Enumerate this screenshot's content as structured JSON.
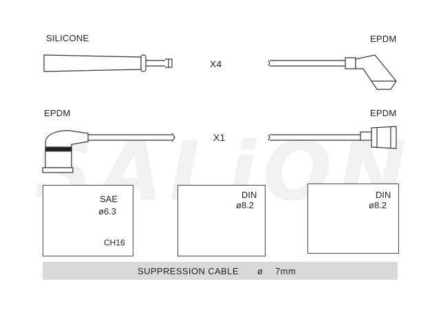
{
  "watermark": "SALiON",
  "labels": {
    "top_left": "SILICONE",
    "top_right": "EPDM",
    "top_mult": "X4",
    "mid_left": "EPDM",
    "mid_right": "EPDM",
    "mid_mult": "X1"
  },
  "boxes": [
    {
      "std": "SAE",
      "size": "ø6.3",
      "note": "CH16"
    },
    {
      "std": "DIN",
      "size": "ø8.2"
    },
    {
      "std": "DIN",
      "size": "ø8.2"
    }
  ],
  "banner": {
    "text": "SUPPRESSION CABLE",
    "symbol": "ø",
    "value": "7mm"
  },
  "colors": {
    "banner_bg": "#d9d9d9",
    "line": "#333333",
    "watermark": "#f1f1f1"
  }
}
